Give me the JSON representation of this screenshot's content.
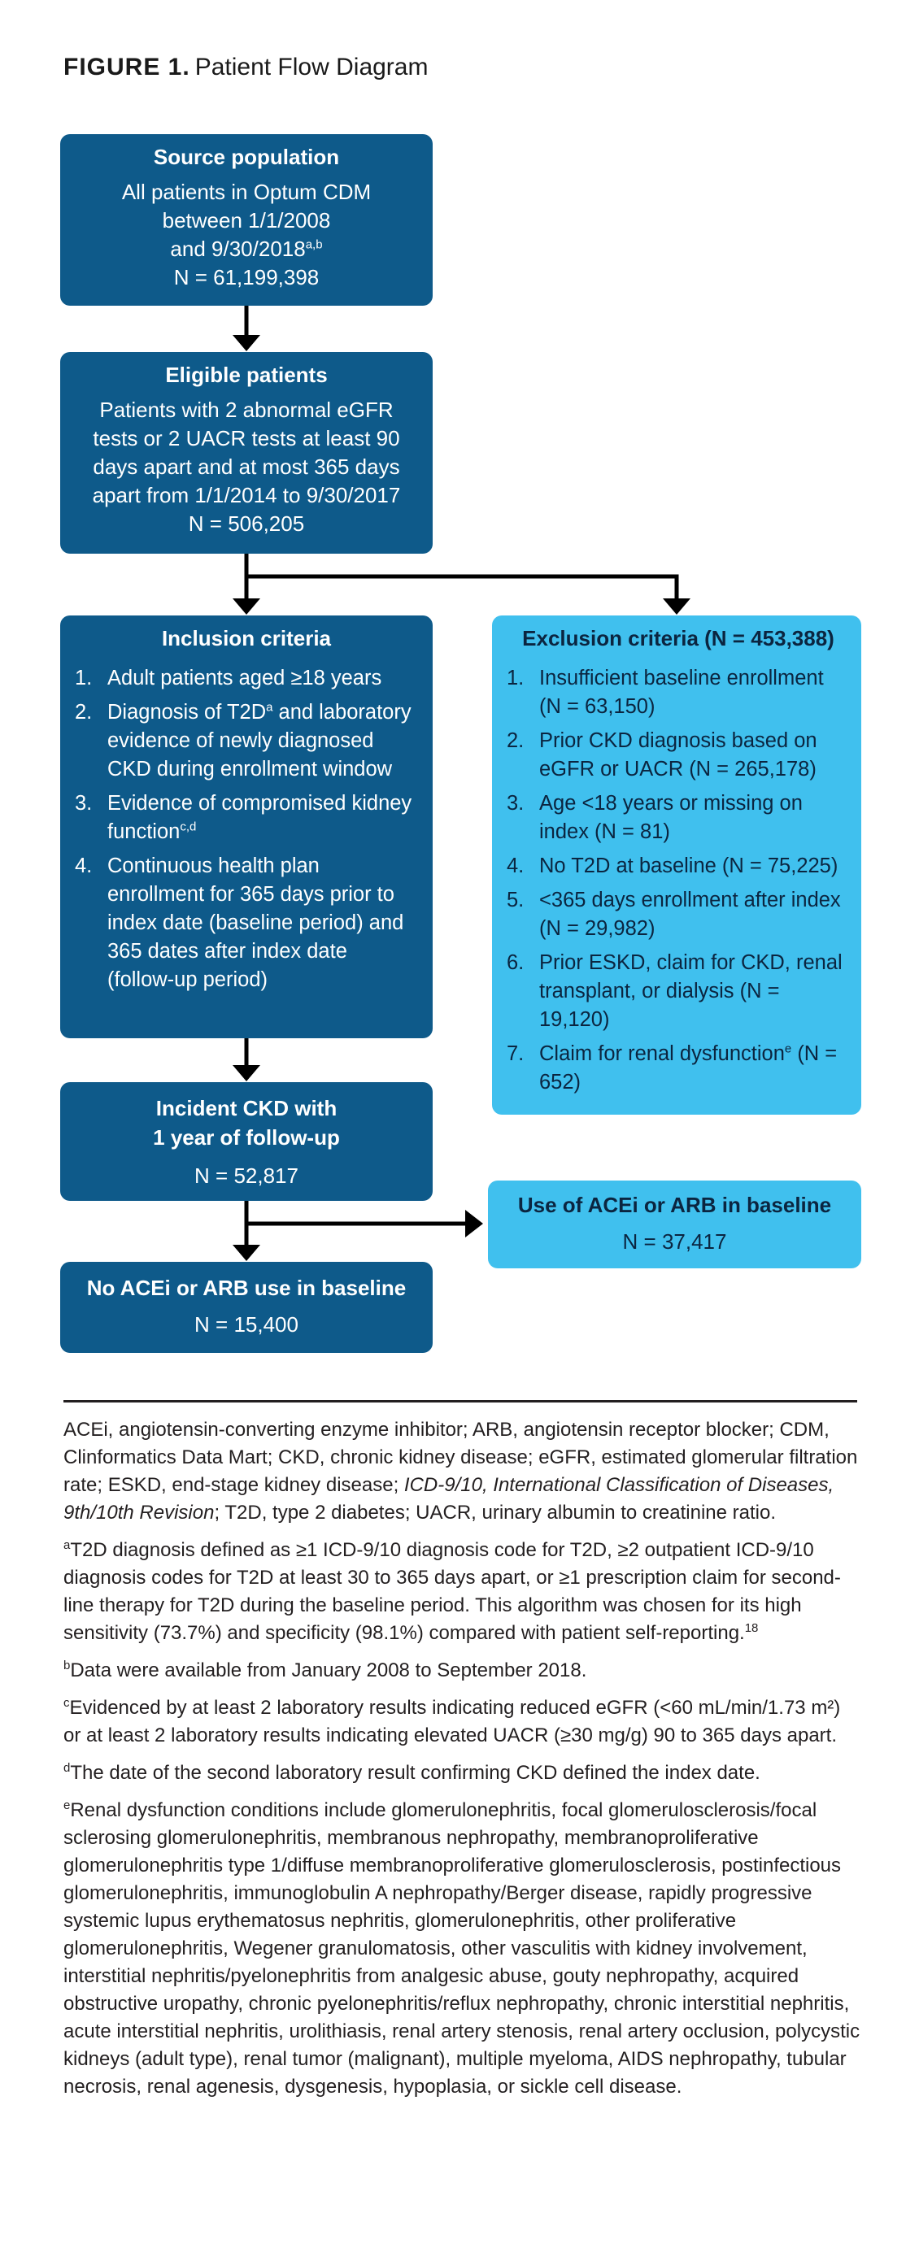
{
  "figure": {
    "label": "FIGURE 1.",
    "title": "Patient Flow Diagram"
  },
  "boxes": {
    "source": {
      "title": "Source population",
      "line1": "All patients in Optum CDM",
      "line2": "between 1/1/2008",
      "line3": "and 9/30/2018",
      "sup": "a,b",
      "n": "N = 61,199,398"
    },
    "eligible": {
      "title": "Eligible patients",
      "line1": "Patients with 2 abnormal eGFR",
      "line2": "tests or 2 UACR tests at least 90",
      "line3": "days apart and at most 365 days",
      "line4": "apart from 1/1/2014 to 9/30/2017",
      "n": "N = 506,205"
    },
    "inclusion": {
      "title": "Inclusion criteria",
      "items": [
        {
          "num": "1.",
          "text": "Adult patients aged ≥18 years",
          "sup": ""
        },
        {
          "num": "2.",
          "text": "Diagnosis of T2D",
          "sup": "a",
          "rest": " and laboratory evidence of newly diagnosed CKD during enrollment window"
        },
        {
          "num": "3.",
          "text": "Evidence of compromised kidney function",
          "sup": "c,d"
        },
        {
          "num": "4.",
          "text": "Continuous health plan enrollment for 365 days prior to index date (baseline period) and 365 dates after index date (follow-up period)",
          "sup": ""
        }
      ]
    },
    "exclusion": {
      "title": "Exclusion criteria (N = 453,388)",
      "items": [
        {
          "num": "1.",
          "text": "Insufficient baseline enrollment (N = 63,150)",
          "sup": ""
        },
        {
          "num": "2.",
          "text": "Prior CKD diagnosis based on eGFR or UACR (N = 265,178)",
          "sup": ""
        },
        {
          "num": "3.",
          "text": "Age <18 years or missing on index (N = 81)",
          "sup": ""
        },
        {
          "num": "4.",
          "text": "No T2D at baseline (N = 75,225)",
          "sup": ""
        },
        {
          "num": "5.",
          "text": "<365 days enrollment after index (N = 29,982)",
          "sup": ""
        },
        {
          "num": "6.",
          "text": "Prior ESKD, claim for CKD, renal transplant, or dialysis (N = 19,120)",
          "sup": ""
        },
        {
          "num": "7.",
          "text": "Claim for renal dysfunction",
          "sup": "e",
          "rest": " (N = 652)"
        }
      ]
    },
    "incident": {
      "line1": "Incident CKD with",
      "line2": "1 year of follow-up",
      "n": "N = 52,817"
    },
    "use": {
      "title": "Use of ACEi or ARB in baseline",
      "n": "N = 37,417"
    },
    "nouse": {
      "title": "No ACEi or ARB use in baseline",
      "n": "N = 15,400"
    }
  },
  "notes": {
    "abbrev_1": "ACEi, angiotensin-converting enzyme inhibitor; ARB, angiotensin receptor blocker; CDM, Clinformatics Data Mart; CKD, chronic kidney disease; eGFR, estimated glomerular filtration rate; ESKD, end-stage kidney disease; ",
    "abbrev_italic": "ICD-9/10, International Classification of Diseases, 9th/10th Revision",
    "abbrev_2": "; T2D, type 2 diabetes; UACR, urinary albumin to creatinine ratio.",
    "a_mark": "a",
    "a_text": "T2D diagnosis defined as ≥1 ICD-9/10 diagnosis code for T2D, ≥2 outpatient ICD-9/10 diagnosis codes for T2D at least 30 to 365 days apart, or ≥1 prescription claim for second-line therapy for T2D during the baseline period. This algorithm was chosen for its high sensitivity (73.7%) and specificity (98.1%) compared with patient self-reporting.",
    "a_ref": "18",
    "b_mark": "b",
    "b_text": "Data were available from January 2008 to September 2018.",
    "c_mark": "c",
    "c_text": "Evidenced by at least 2 laboratory results indicating reduced eGFR (<60 mL/min/1.73 m²) or at least 2 laboratory results indicating elevated UACR (≥30 mg/g) 90 to 365 days apart.",
    "d_mark": "d",
    "d_text": "The date of the second laboratory result confirming CKD defined the index date.",
    "e_mark": "e",
    "e_text": "Renal dysfunction conditions include glomerulonephritis, focal glomerulosclerosis/focal sclerosing glomerulonephritis, membranous nephropathy, membranoproliferative glomerulonephritis type 1/diffuse membranoproliferative glomerulosclerosis, postinfectious glomerulonephritis, immunoglobulin A nephropathy/Berger disease, rapidly progressive systemic lupus erythematosus nephritis, glomerulonephritis, other proliferative glomerulonephritis, Wegener granulomatosis, other vasculitis with kidney involvement, interstitial nephritis/pyelonephritis from analgesic abuse, gouty nephropathy, acquired obstructive uropathy, chronic pyelonephritis/reflux nephropathy, chronic interstitial nephritis, acute interstitial nephritis, urolithiasis, renal artery stenosis, renal artery occlusion, polycystic kidneys (adult type), renal tumor (malignant), multiple myeloma, AIDS nephropathy, tubular necrosis, renal agenesis, dysgenesis, hypoplasia, or sickle cell disease."
  }
}
